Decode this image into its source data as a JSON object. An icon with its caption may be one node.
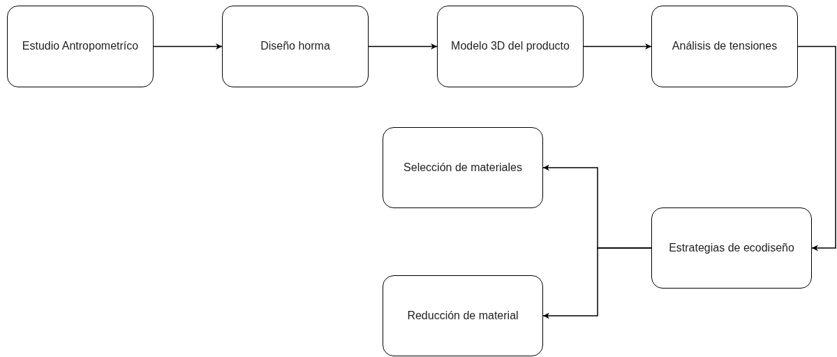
{
  "diagram": {
    "nodes": [
      {
        "text": [
          "Estudio Antropometríco"
        ]
      },
      {
        "text": [
          "Diseño horma"
        ]
      },
      {
        "text": [
          "Modelo 3D del producto"
        ]
      },
      {
        "text": [
          "Análisis de tensiones"
        ]
      },
      {
        "text": [
          "Estrategias de ecodiseño"
        ]
      },
      {
        "text": [
          "Selección de materiales"
        ]
      },
      {
        "text": [
          "Reducción de material"
        ]
      }
    ],
    "edges": [
      {
        "from": 0,
        "to": 1,
        "arrow": "to"
      },
      {
        "from": 1,
        "to": 2,
        "arrow": "to"
      },
      {
        "from": 2,
        "to": 3,
        "arrow": "to"
      },
      {
        "from": 3,
        "to": 4,
        "arrow": "to"
      },
      {
        "from": 4,
        "to": 5,
        "arrow": "to"
      },
      {
        "from": 4,
        "to": 6,
        "arrow": "to"
      }
    ]
  }
}
